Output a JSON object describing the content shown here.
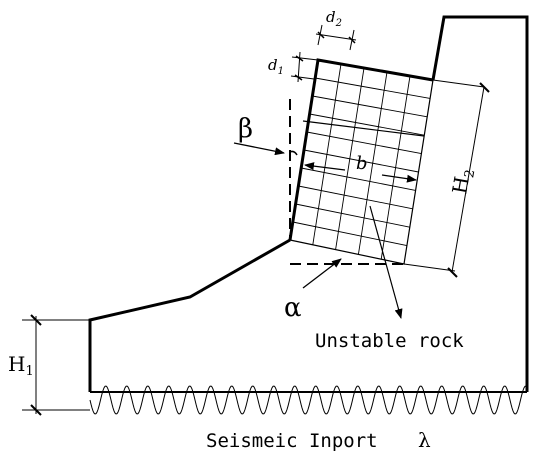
{
  "labels": {
    "d2": "d",
    "d2_sub": "2",
    "d1": "d",
    "d1_sub": "1",
    "beta": "β",
    "b": "b",
    "h2": "H",
    "h2_sub": "2",
    "alpha": "α",
    "unstable_rock": "Unstable rock",
    "h1": "H",
    "h1_sub": "1",
    "seismic": "Seismeic Inport",
    "lambda": "λ"
  },
  "colors": {
    "line": "#000000",
    "background": "#ffffff"
  }
}
